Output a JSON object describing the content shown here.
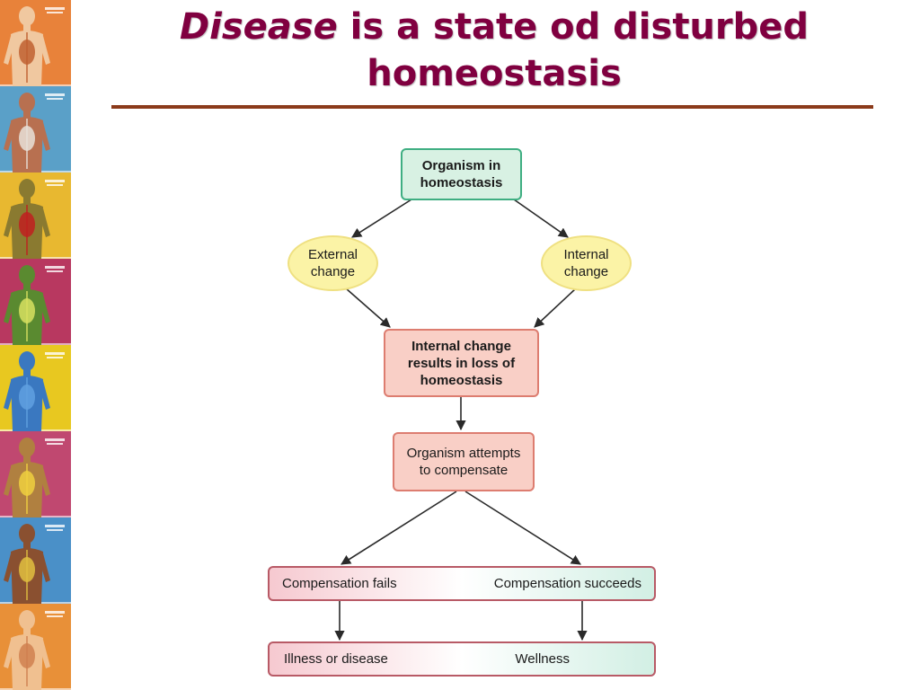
{
  "slide": {
    "title_emphasis": "Disease",
    "title_rest": " is a state od disturbed homeostasis",
    "rule_color": "#8b3a1a",
    "title_color": "#800040"
  },
  "diagram": {
    "nodes": {
      "start": "Organism in homeostasis",
      "external": "External change",
      "internal": "Internal change",
      "loss": "Internal change results in loss of homeostasis",
      "compensate": "Organism attempts to compensate",
      "fails": "Compensation fails",
      "succeeds": "Compensation succeeds",
      "illness": "Illness or disease",
      "wellness": "Wellness"
    },
    "colors": {
      "start_fill": "#d8f1e3",
      "start_border": "#3fae82",
      "oval_fill": "#fbf3a6",
      "process_fill": "#f9cfc6",
      "process_border": "#dd7d70"
    }
  },
  "side_strip": {
    "panels": [
      {
        "name": "digestive-system-panel",
        "bg": "#e8823a",
        "figure": "#f0c8a0",
        "accent": "#c06030"
      },
      {
        "name": "respiratory-system-panel",
        "bg": "#5aa0c8",
        "figure": "#b87050",
        "accent": "#e8e0d8"
      },
      {
        "name": "circulatory-system-panel",
        "bg": "#e8b830",
        "figure": "#8a7a30",
        "accent": "#c02020"
      },
      {
        "name": "skeletal-system-panel",
        "bg": "#b83860",
        "figure": "#5a8a30",
        "accent": "#d8e060"
      },
      {
        "name": "muscular-system-panel",
        "bg": "#e8c820",
        "figure": "#3a78c0",
        "accent": "#60a0e0"
      },
      {
        "name": "nervous-system-panel",
        "bg": "#c04870",
        "figure": "#b08040",
        "accent": "#f0d040"
      },
      {
        "name": "endocrine-system-panel",
        "bg": "#4a90c8",
        "figure": "#8a5030",
        "accent": "#e0c040"
      },
      {
        "name": "reproductive-system-panel",
        "bg": "#e89038",
        "figure": "#f0c090",
        "accent": "#d08050"
      }
    ]
  }
}
